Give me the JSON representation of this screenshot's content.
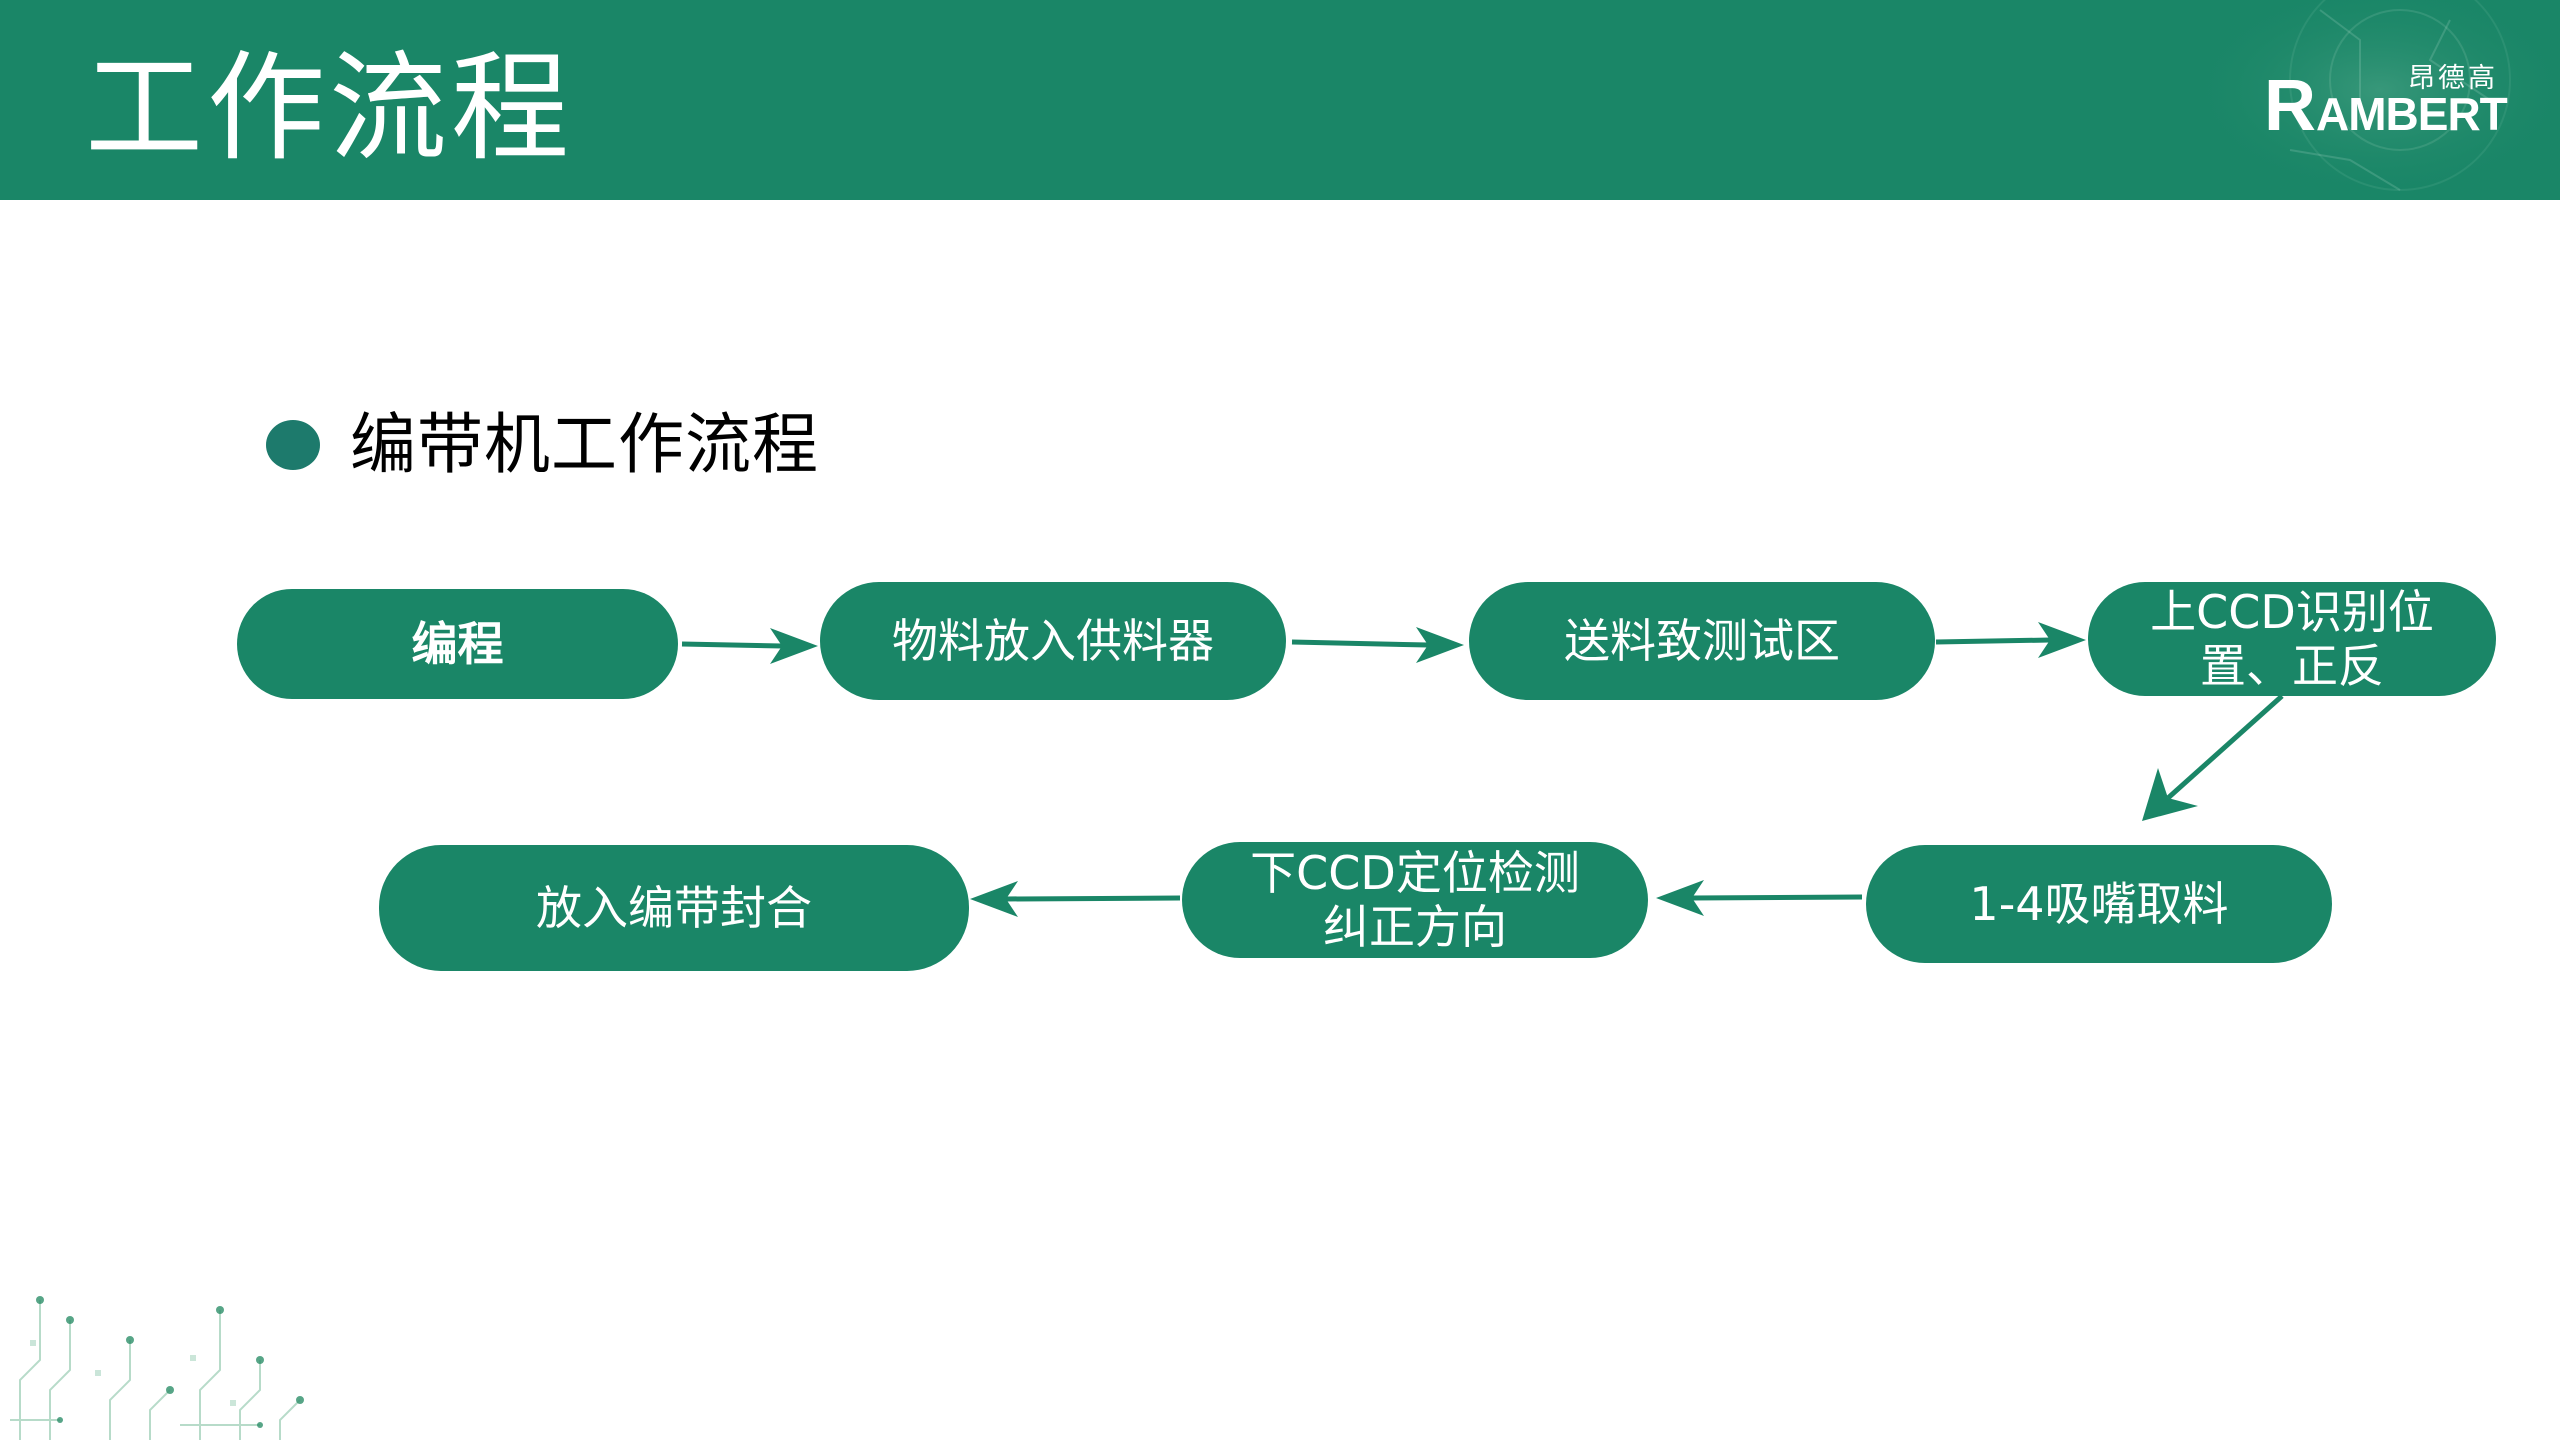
{
  "header": {
    "title": "工作流程",
    "background_color": "#1a8667"
  },
  "logo": {
    "chinese": "昂德高",
    "initial": "R",
    "rest": "AMBERT"
  },
  "section": {
    "heading": "编带机工作流程",
    "bullet_color": "#1d7a6c"
  },
  "flow": {
    "step_color": "#1a8667",
    "arrow_color": "#1a8667",
    "steps": [
      {
        "lines": [
          "编程"
        ]
      },
      {
        "lines": [
          "物料放入供料器"
        ]
      },
      {
        "lines": [
          "送料致测试区"
        ]
      },
      {
        "lines": [
          "上CCD识别位",
          "置、正反"
        ]
      },
      {
        "lines": [
          "1-4吸嘴取料"
        ]
      },
      {
        "lines": [
          "下CCD定位检测",
          "纠正方向"
        ]
      },
      {
        "lines": [
          "放入编带封合"
        ]
      }
    ]
  }
}
